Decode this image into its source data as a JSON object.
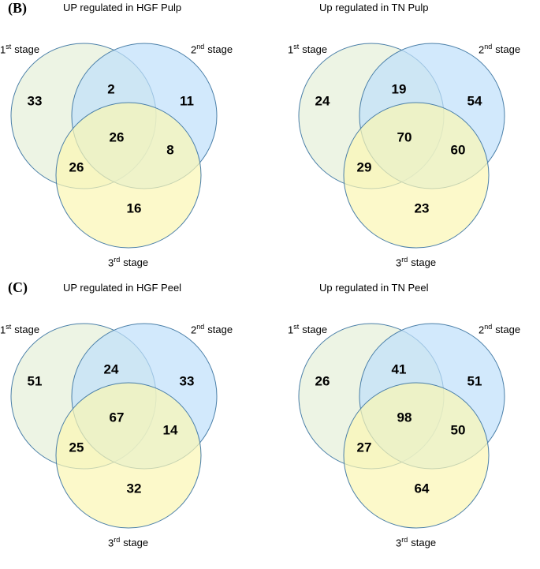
{
  "panels": [
    {
      "label": "(B)",
      "title": "UP regulated in HGF Pulp",
      "set1": {
        "num": "1",
        "sup": "st",
        "text": "stage"
      },
      "set2": {
        "num": "2",
        "sup": "nd",
        "text": "stage"
      },
      "set3": {
        "num": "3",
        "sup": "rd",
        "text": "stage"
      },
      "only1": "33",
      "s12": "2",
      "only2": "11",
      "s123": "26",
      "s23": "8",
      "s13": "26",
      "only3": "16"
    },
    {
      "label": "",
      "title": "Up regulated in TN Pulp",
      "set1": {
        "num": "1",
        "sup": "st",
        "text": "stage"
      },
      "set2": {
        "num": "2",
        "sup": "nd",
        "text": "stage"
      },
      "set3": {
        "num": "3",
        "sup": "rd",
        "text": "stage"
      },
      "only1": "24",
      "s12": "19",
      "only2": "54",
      "s123": "70",
      "s23": "60",
      "s13": "29",
      "only3": "23"
    },
    {
      "label": "(C)",
      "title": "UP regulated in HGF Peel",
      "set1": {
        "num": "1",
        "sup": "st",
        "text": "stage"
      },
      "set2": {
        "num": "2",
        "sup": "nd",
        "text": "stage"
      },
      "set3": {
        "num": "3",
        "sup": "rd",
        "text": "stage"
      },
      "only1": "51",
      "s12": "24",
      "only2": "33",
      "s123": "67",
      "s23": "14",
      "s13": "25",
      "only3": "32"
    },
    {
      "label": "",
      "title": "Up regulated in TN Peel",
      "set1": {
        "num": "1",
        "sup": "st",
        "text": "stage"
      },
      "set2": {
        "num": "2",
        "sup": "nd",
        "text": "stage"
      },
      "set3": {
        "num": "3",
        "sup": "rd",
        "text": "stage"
      },
      "only1": "26",
      "s12": "41",
      "only2": "51",
      "s123": "98",
      "s23": "50",
      "s13": "27",
      "only3": "64"
    }
  ],
  "colors": {
    "set1_fill": "#e6f0d9",
    "set2_fill": "#bfe0fb",
    "set3_fill": "#fbf6b3",
    "stroke": "#4a7fa8"
  }
}
